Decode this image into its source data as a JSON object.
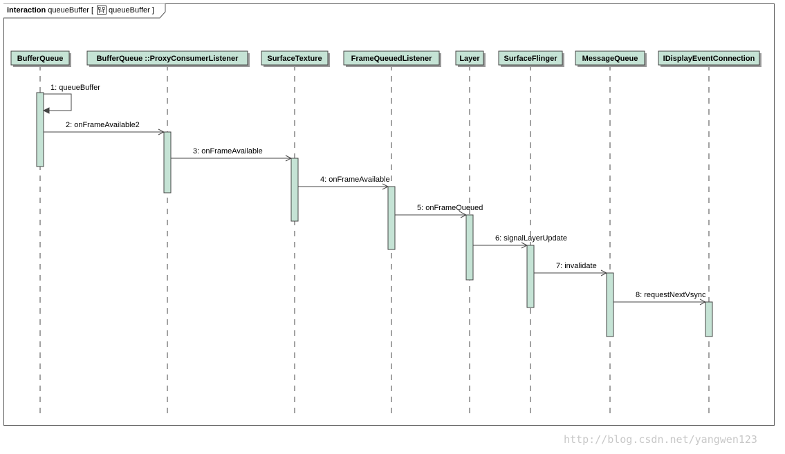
{
  "frame": {
    "keyword": "interaction",
    "name": "queueBuffer",
    "bracket_open": "[",
    "ref_icon": "interaction-reference-icon",
    "ref_name": "queueBuffer",
    "bracket_close": "]"
  },
  "colors": {
    "lifeline_fill": "#c5e3d5",
    "activation_fill": "#c5e3d5",
    "line": "#444444",
    "shadow": "#9a9a9a"
  },
  "lifelines": [
    {
      "id": "bq",
      "name": "BufferQueue"
    },
    {
      "id": "pcl",
      "name": "BufferQueue ::ProxyConsumerListener"
    },
    {
      "id": "st",
      "name": "SurfaceTexture"
    },
    {
      "id": "fql",
      "name": "FrameQueuedListener"
    },
    {
      "id": "layer",
      "name": "Layer"
    },
    {
      "id": "sf",
      "name": "SurfaceFlinger"
    },
    {
      "id": "mq",
      "name": "MessageQueue"
    },
    {
      "id": "dec",
      "name": "IDisplayEventConnection"
    }
  ],
  "messages": [
    {
      "label": "1: queueBuffer",
      "from": "bq",
      "to": "bq",
      "kind": "self"
    },
    {
      "label": "2: onFrameAvailable2",
      "from": "bq",
      "to": "pcl"
    },
    {
      "label": "3: onFrameAvailable",
      "from": "pcl",
      "to": "st"
    },
    {
      "label": "4: onFrameAvailable",
      "from": "st",
      "to": "fql"
    },
    {
      "label": "5: onFrameQueued",
      "from": "fql",
      "to": "layer"
    },
    {
      "label": "6: signalLayerUpdate",
      "from": "layer",
      "to": "sf"
    },
    {
      "label": "7: invalidate",
      "from": "sf",
      "to": "mq"
    },
    {
      "label": "8: requestNextVsync",
      "from": "mq",
      "to": "dec"
    }
  ],
  "watermark": "http://blog.csdn.net/yangwen123"
}
